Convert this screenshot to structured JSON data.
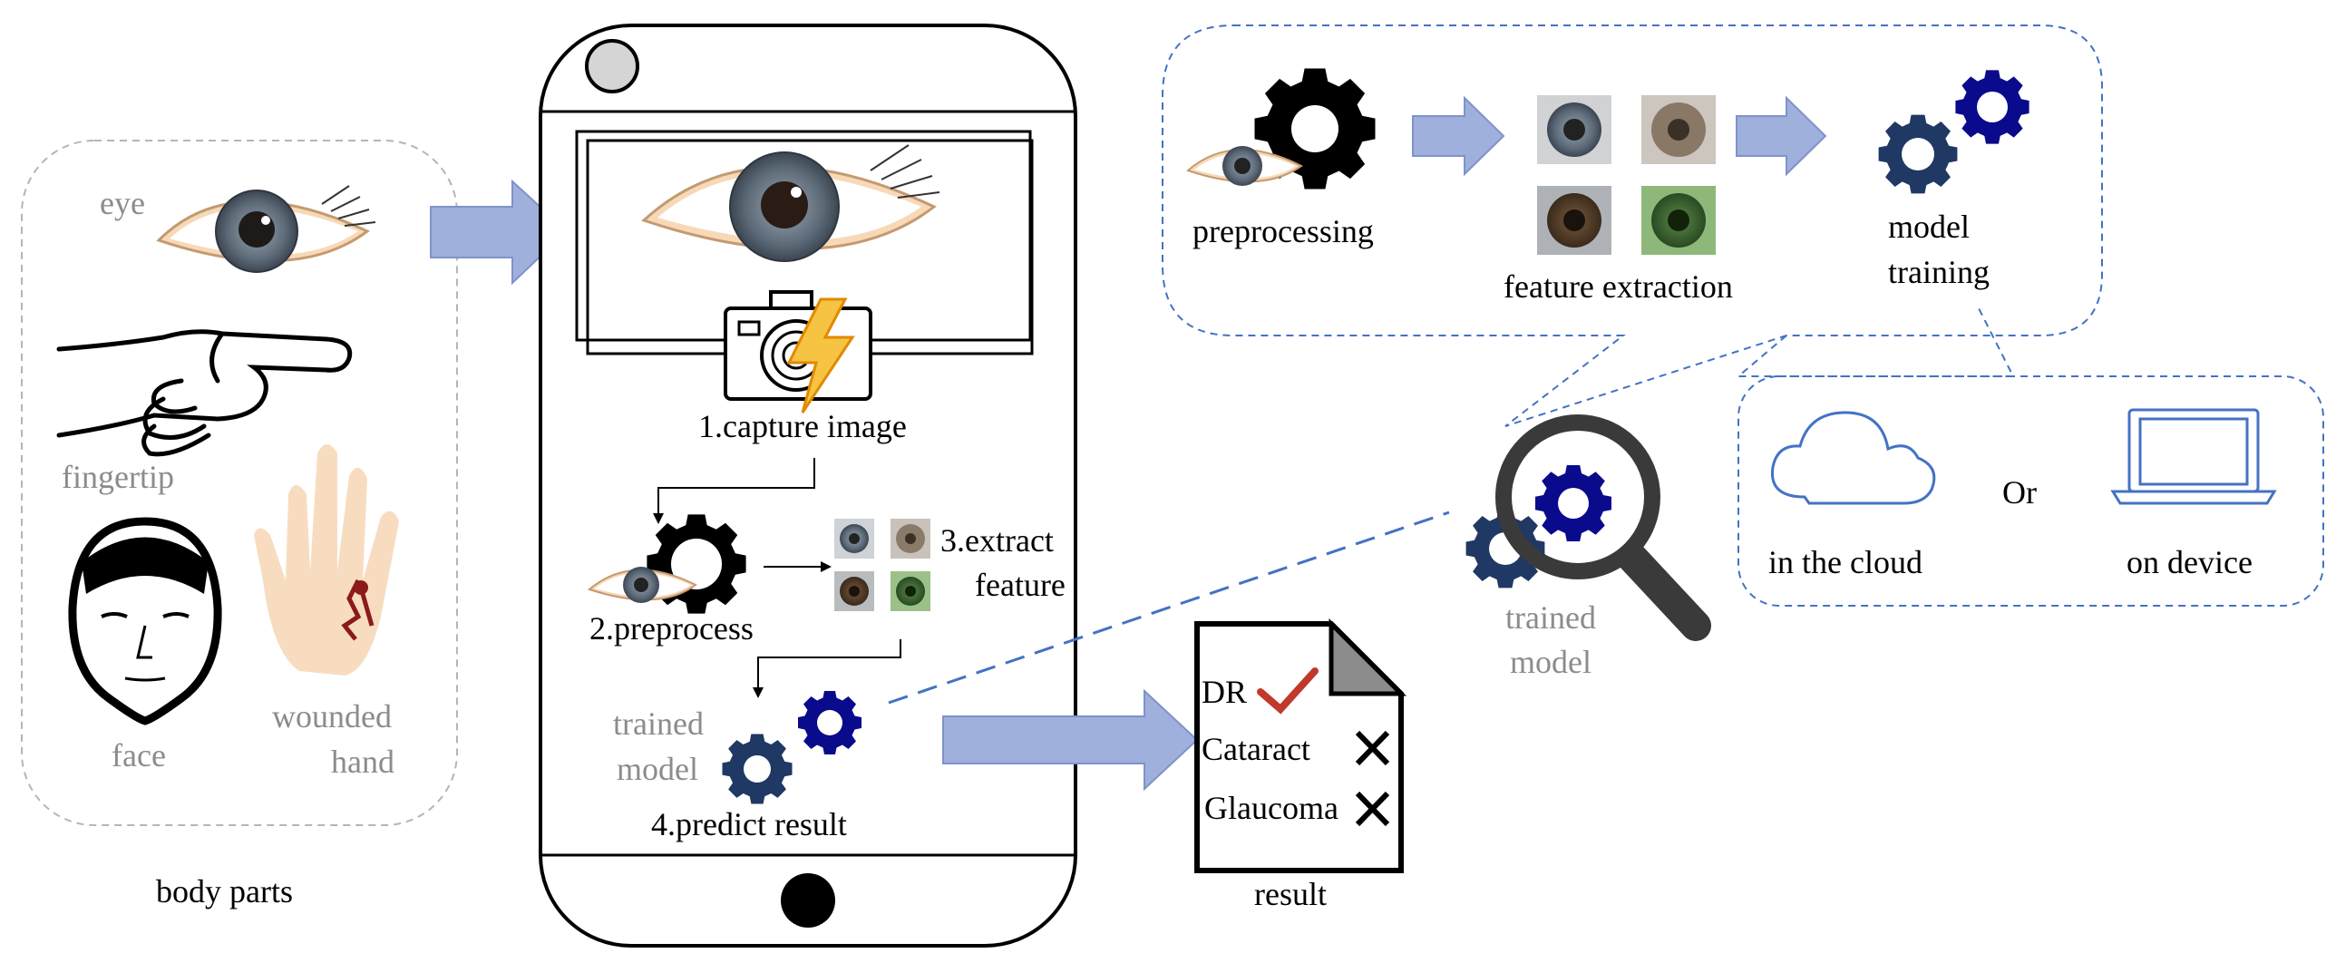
{
  "body_parts": {
    "items": [
      "eye",
      "fingertip",
      "face",
      "wounded",
      "hand"
    ],
    "caption": "body parts"
  },
  "phone": {
    "steps": {
      "capture": "1.capture image",
      "preprocess": "2.preprocess",
      "extract_line1": "3.extract",
      "extract_line2": "feature",
      "predict": "4.predict result"
    },
    "trained_model_line1": "trained",
    "trained_model_line2": "model"
  },
  "result_doc": {
    "items": [
      {
        "label": "DR",
        "mark": "check"
      },
      {
        "label": "Cataract",
        "mark": "cross"
      },
      {
        "label": "Glaucoma",
        "mark": "cross"
      }
    ],
    "caption": "result"
  },
  "training_bubble": {
    "preprocessing": "preprocessing",
    "feature_extraction": "feature extraction",
    "model_line1": "model",
    "model_line2": "training"
  },
  "deployment": {
    "cloud": "in the cloud",
    "or": "Or",
    "device": "on device"
  },
  "trained_model_center": {
    "line1": "trained",
    "line2": "model"
  },
  "colors": {
    "arrow": "#9fb0dc",
    "gear_dark": "#1f3864",
    "gear_blue": "#0a0a8c",
    "check": "#c0392b",
    "deploy_line": "#4472c4"
  }
}
